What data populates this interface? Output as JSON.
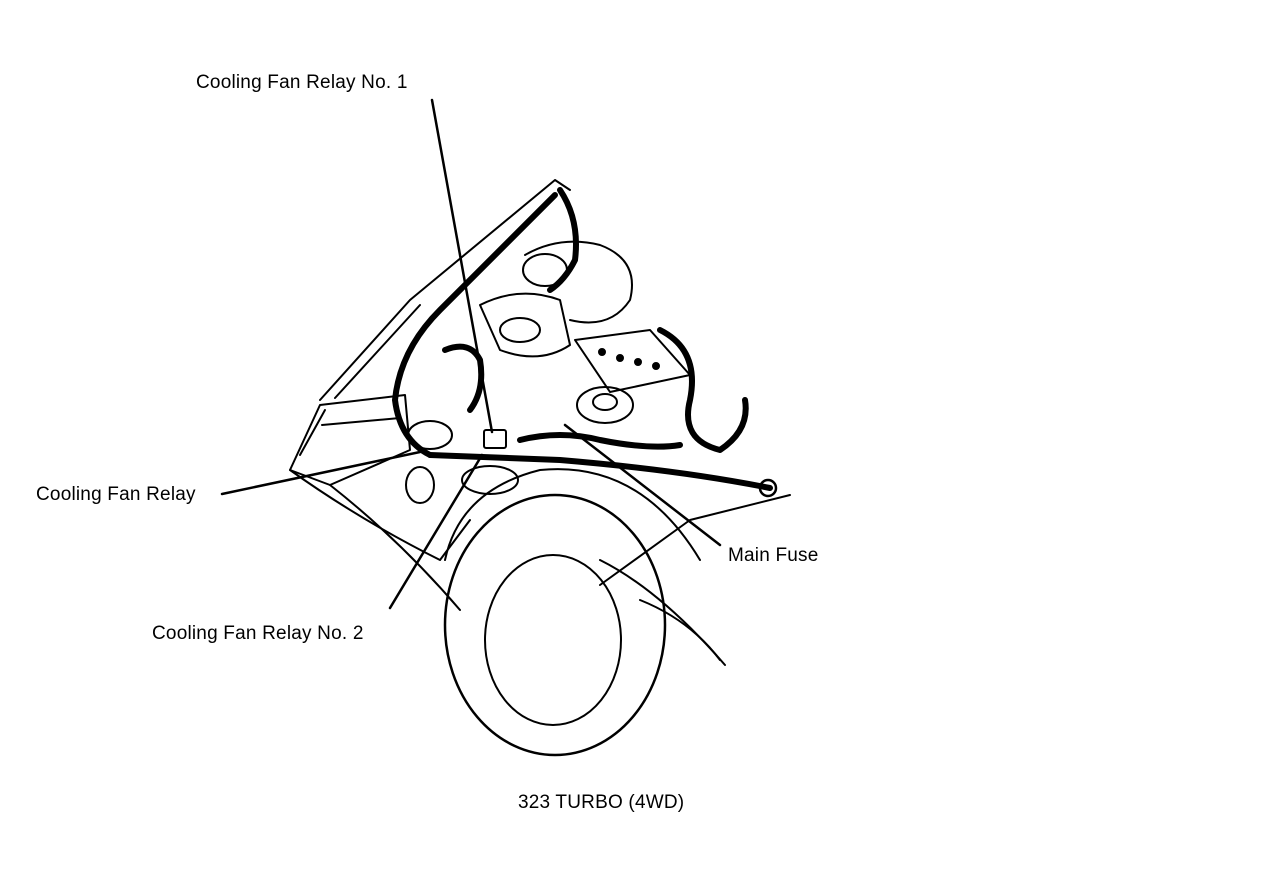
{
  "diagram": {
    "labels": {
      "relay_no1": "Cooling Fan Relay No. 1",
      "relay": "Cooling Fan Relay",
      "relay_no2": "Cooling Fan Relay No. 2",
      "main_fuse": "Main Fuse"
    },
    "caption": "323 TURBO (4WD)"
  }
}
